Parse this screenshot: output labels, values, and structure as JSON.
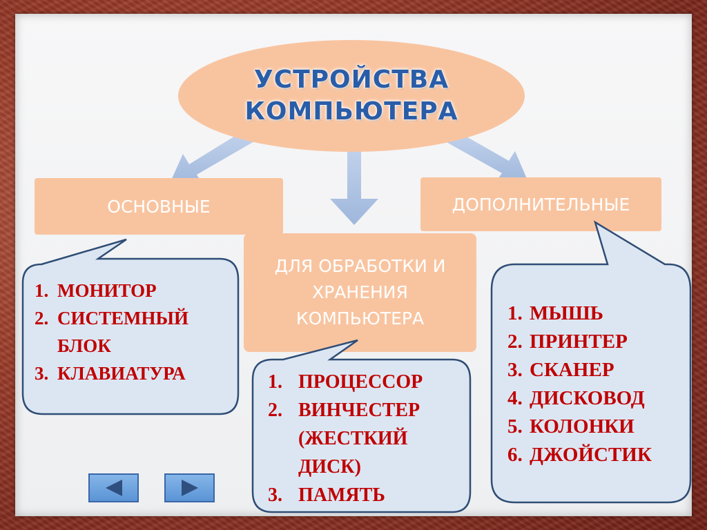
{
  "title": {
    "line1": "УСТРОЙСТВА",
    "line2": "КОМПЬЮТЕРА"
  },
  "categories": {
    "main": "ОСНОВНЫЕ",
    "processing": "ДЛЯ ОБРАБОТКИ И ХРАНЕНИЯ КОМПЬЮТЕРА",
    "additional": "ДОПОЛНИТЕЛЬНЫЕ"
  },
  "lists": {
    "main": [
      {
        "num": "1.",
        "text": "МОНИТОР"
      },
      {
        "num": "2.",
        "text": "СИСТЕМНЫЙ БЛОК"
      },
      {
        "num": "3.",
        "text": "КЛАВИАТУРА"
      }
    ],
    "processing": [
      {
        "num": "1.",
        "text": "ПРОЦЕССОР"
      },
      {
        "num": "2.",
        "text": "ВИНЧЕСТЕР (ЖЕСТКИЙ ДИСК)"
      },
      {
        "num": "3.",
        "text": "ПАМЯТЬ"
      }
    ],
    "additional": [
      {
        "num": "1.",
        "text": "МЫШЬ"
      },
      {
        "num": "2.",
        "text": "ПРИНТЕР"
      },
      {
        "num": "3.",
        "text": "СКАНЕР"
      },
      {
        "num": "4.",
        "text": "ДИСКОВОД"
      },
      {
        "num": "5.",
        "text": "КОЛОНКИ"
      },
      {
        "num": "6.",
        "text": "ДЖОЙСТИК"
      }
    ]
  },
  "navigation": {
    "prev_icon": "triangle-left-icon",
    "next_icon": "triangle-right-icon"
  },
  "colors": {
    "frame": "#9a3b2a",
    "shape_fill": "#f8c4a0",
    "title_text": "#2a5da8",
    "list_text": "#c00000",
    "callout_fill": "#dce6f2",
    "callout_border": "#2f4d75",
    "arrow": "#a9bfe0",
    "nav_button": "#5a93d6"
  }
}
